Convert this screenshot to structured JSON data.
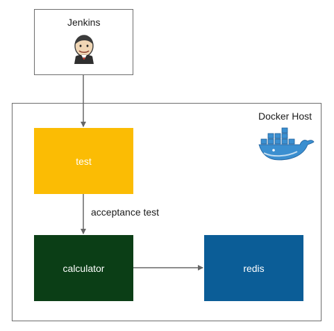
{
  "diagram": {
    "jenkins": {
      "label": "Jenkins",
      "icon": "jenkins-butler-icon"
    },
    "host": {
      "label": "Docker Host",
      "icon": "docker-whale-icon"
    },
    "nodes": {
      "test": {
        "label": "test",
        "color": "#fbbc04"
      },
      "calculator": {
        "label": "calculator",
        "color": "#0b3e16"
      },
      "redis": {
        "label": "redis",
        "color": "#0b5d97"
      }
    },
    "edges": [
      {
        "from": "jenkins",
        "to": "test",
        "label": ""
      },
      {
        "from": "test",
        "to": "calculator",
        "label": "acceptance test"
      },
      {
        "from": "calculator",
        "to": "redis",
        "label": ""
      }
    ]
  }
}
